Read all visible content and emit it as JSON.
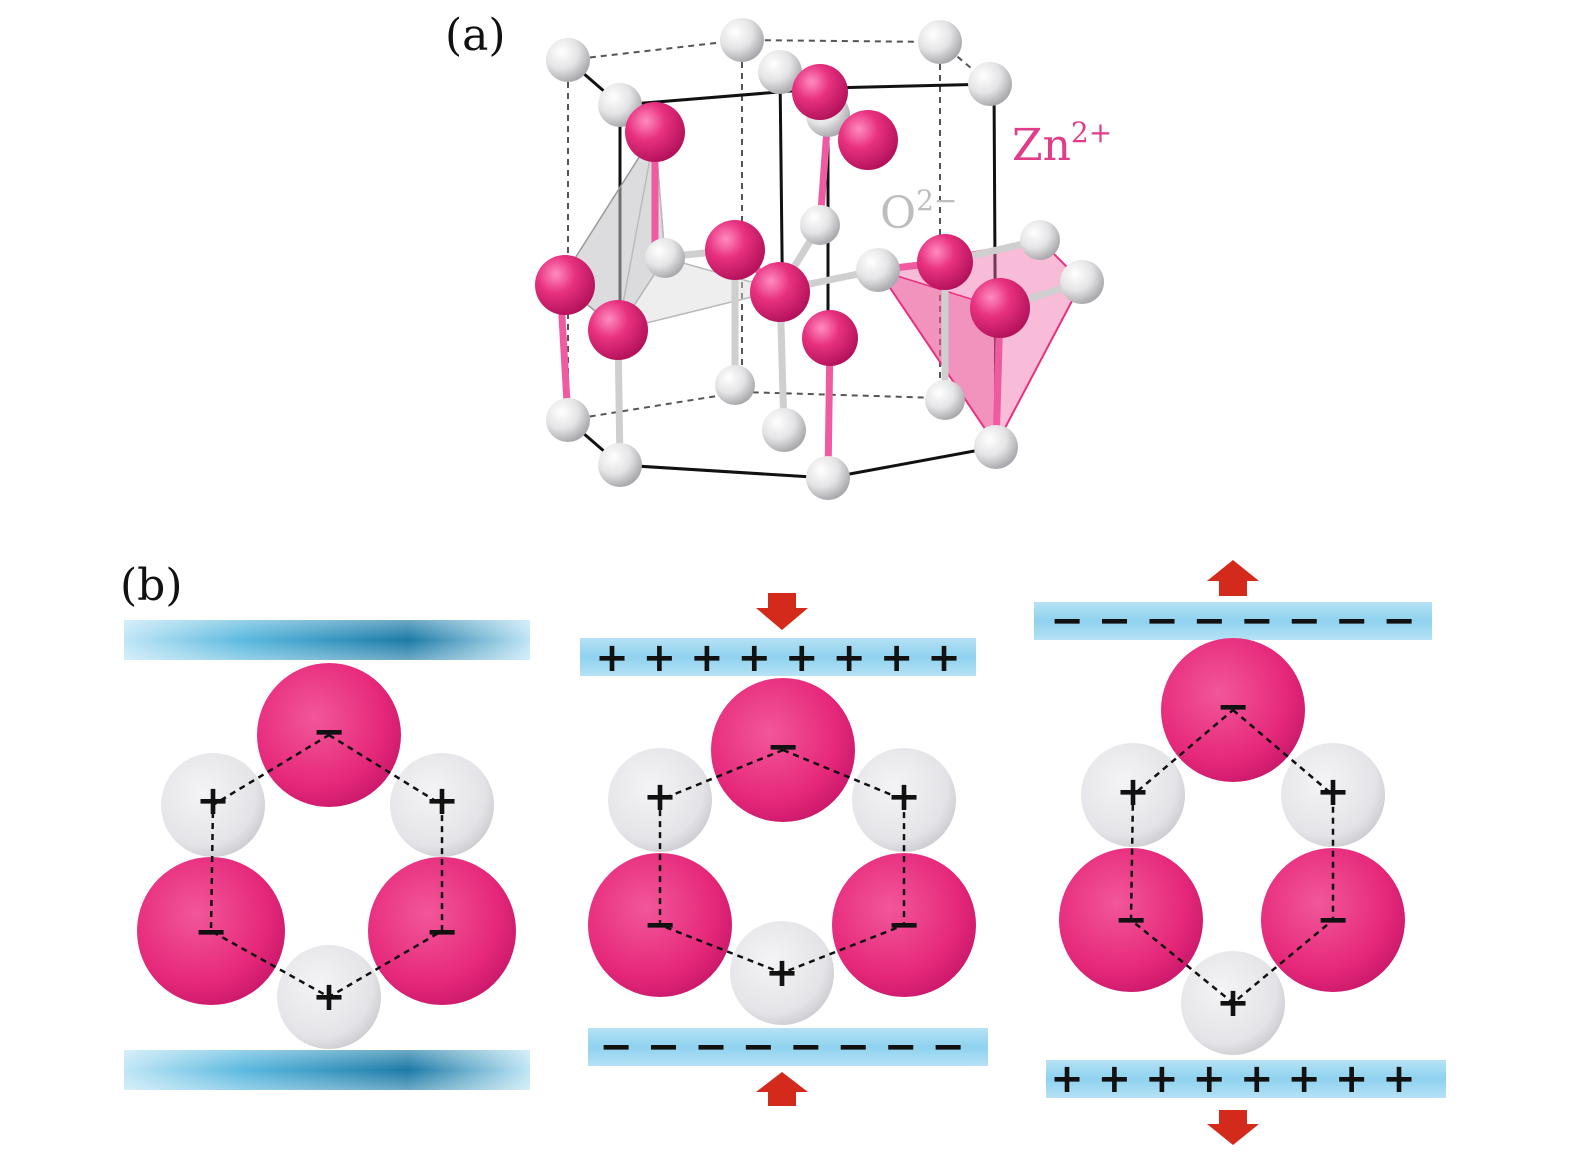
{
  "panels": {
    "a": {
      "label": "(a)",
      "zn_label": "Zn",
      "zn_charge": "2+",
      "o_label": "O",
      "o_charge": "2−"
    },
    "b": {
      "label": "(b)",
      "plus_row": "+ + + + + + + +",
      "minus_row": "− − − − − − − −",
      "plus_sign": "+",
      "minus_sign": "−"
    }
  },
  "colors": {
    "zn": "#e8317f",
    "o": "#e2e2e4",
    "electrode": "#5ab8de",
    "arrow": "#d42a1c",
    "zn_label": "#e03c87",
    "o_label": "#bdbdbd"
  },
  "icons": {
    "arrow_down": "red-arrow-down-icon",
    "arrow_up": "red-arrow-up-icon"
  }
}
